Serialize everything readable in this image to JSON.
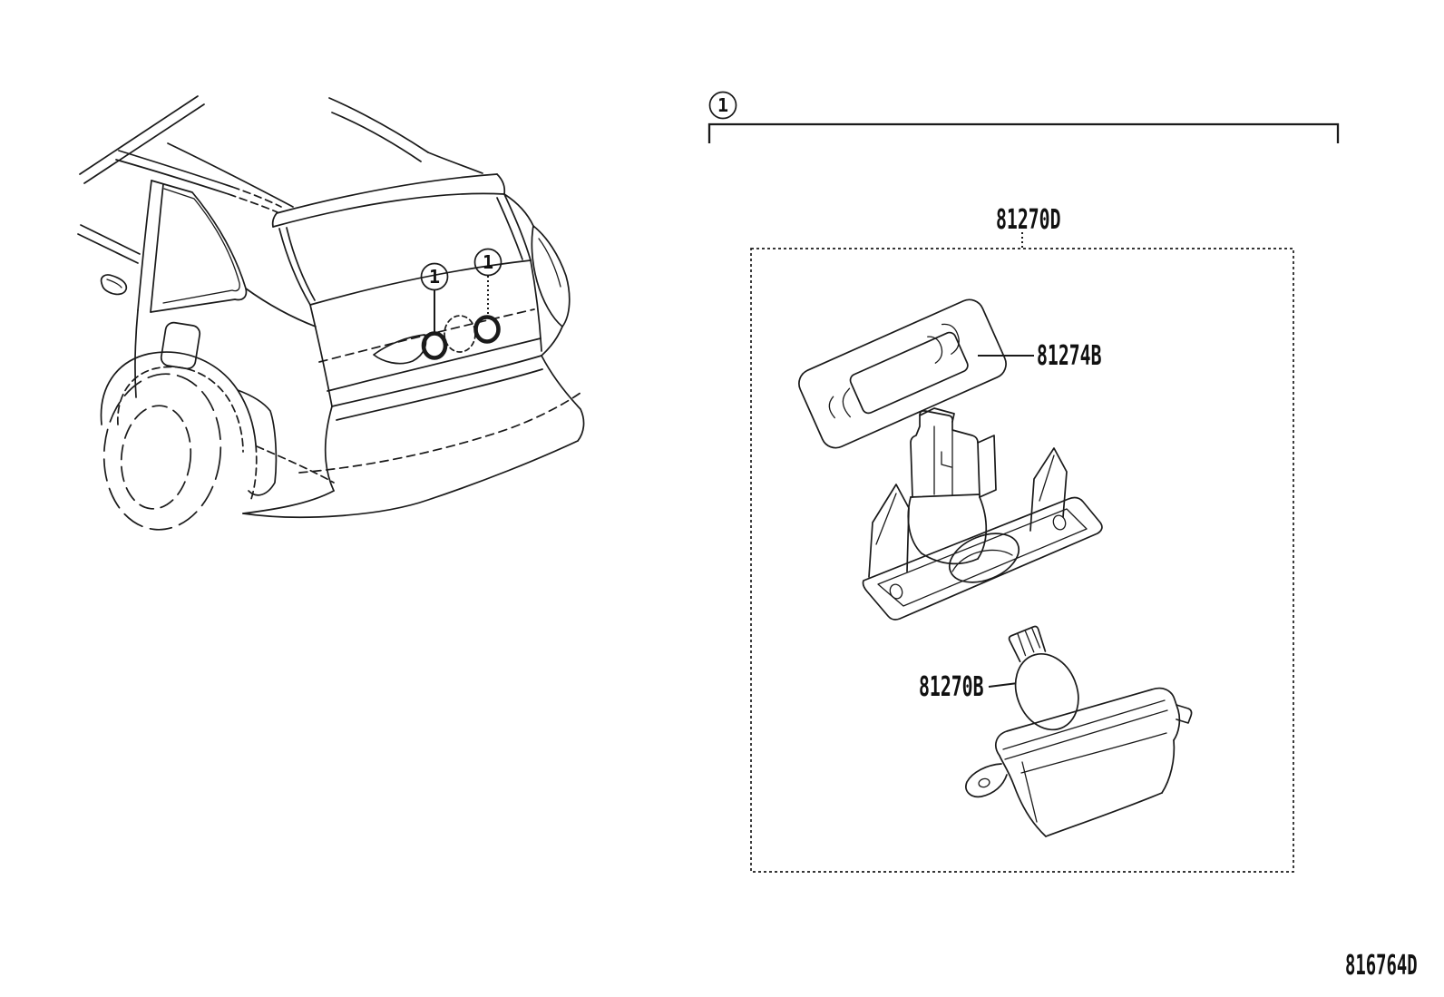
{
  "page": {
    "background": "#ffffff",
    "line_color": "#1a1a1a"
  },
  "reference_callout": {
    "number": "1"
  },
  "vehicle_callouts": [
    {
      "number": "1"
    },
    {
      "number": "1"
    }
  ],
  "assembly_box": {
    "label": "81270D",
    "part_labels": {
      "gasket": "81274B",
      "bulb": "81270B"
    }
  },
  "footer": {
    "diagram_code": "816764D"
  }
}
